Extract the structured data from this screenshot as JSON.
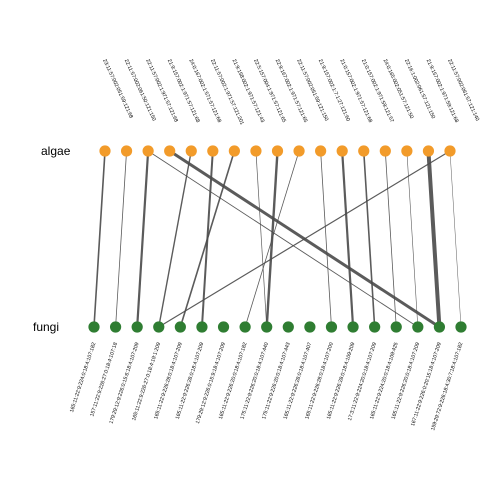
{
  "diagram": {
    "type": "bipartite-interaction-web",
    "colors": {
      "top_node": "#f29b2a",
      "bottom_node": "#2f7d32",
      "link": "#4a4a4a"
    },
    "top_row": {
      "label": "algae",
      "nodes": [
        "23:11:57:002:051:59:121:68",
        "22:11:57:002:061:50:121:150",
        "22:11:57:002:1:971:57:121:68",
        "21:9:157:002:1:971:57:121:68",
        "24:0:167:002:1:571:57:121:68",
        "22:11:57:002:1:971:57:121:201",
        "21:9:158:002:1:971:57:121:43",
        "22:5:157:004:1:971:57:121:65",
        "22:9:167:002:1:971:57:121:65",
        "22:11:57:002:051:59:121:150",
        "21:9:157:002:1:7:1:27:121:60",
        "21:0:157:002:1:971:57:121:68",
        "21:0:157:002:1:971:59:121:57",
        "24:0:165:002:051:57:121:50",
        "22:16:1:002:061:57:121:150",
        "21:9:157:002:1:971:59:121:68",
        "22:11:57:002:061:57:121:140"
      ]
    },
    "bottom_row": {
      "label": "fungi",
      "nodes": [
        "165:11:22:9:224:0:18:4:107:182",
        "157:11:22:9:226:27:0:18:4:107:18",
        "179:29:12:9:226:0:15:6:18:4:107:209",
        "165:11:22:9:226:27:0:18:4:19:1:209",
        "165:11:22:9:226:28:0:18:4:107:209",
        "165:11:22:9:226:28:0:18:4:107:209",
        "179:29:12:9:226:0:15:9:18:4:107:209",
        "165:11:22:9:226:20:0:18:4:107:182",
        "175:11:22:9:226:20:0:18:4:107:440",
        "175:11:22:9:226:20:0:18:4:107:443",
        "165:11:22:9:226:28:0:18:4:107:407",
        "165:11:22:9:226:28:0:18:4:107:200",
        "165:11:22:9:226:28:0:18:4:109:209",
        "17:3:11:22:9:224:20:0:18:4:107:209",
        "165:11:22:9:224:20:0:18:4:109:425",
        "165:11:22:9:226:20:0:18:4:107:209",
        "167:11:22:9:226:0:20:15:18:4:107:209",
        "159:29:72:9:226:18:4:30:7:18:4:107:182"
      ]
    },
    "links": [
      {
        "from": 3,
        "to": 16,
        "weight": 3.0
      },
      {
        "from": 15,
        "to": 16,
        "weight": 4.0
      },
      {
        "from": 2,
        "to": 2,
        "weight": 2.2
      },
      {
        "from": 0,
        "to": 0,
        "weight": 1.6
      },
      {
        "from": 1,
        "to": 1,
        "weight": 0.8
      },
      {
        "from": 4,
        "to": 3,
        "weight": 1.4
      },
      {
        "from": 5,
        "to": 5,
        "weight": 2.0
      },
      {
        "from": 6,
        "to": 4,
        "weight": 1.6
      },
      {
        "from": 7,
        "to": 8,
        "weight": 0.7
      },
      {
        "from": 8,
        "to": 8,
        "weight": 2.4
      },
      {
        "from": 9,
        "to": 7,
        "weight": 0.8
      },
      {
        "from": 10,
        "to": 11,
        "weight": 0.8
      },
      {
        "from": 11,
        "to": 12,
        "weight": 2.2
      },
      {
        "from": 12,
        "to": 13,
        "weight": 1.6
      },
      {
        "from": 13,
        "to": 14,
        "weight": 0.8
      },
      {
        "from": 14,
        "to": 15,
        "weight": 0.6
      },
      {
        "from": 16,
        "to": 17,
        "weight": 0.5
      },
      {
        "from": 16,
        "to": 3,
        "weight": 1.2
      },
      {
        "from": 2,
        "to": 15,
        "weight": 0.9
      }
    ]
  }
}
